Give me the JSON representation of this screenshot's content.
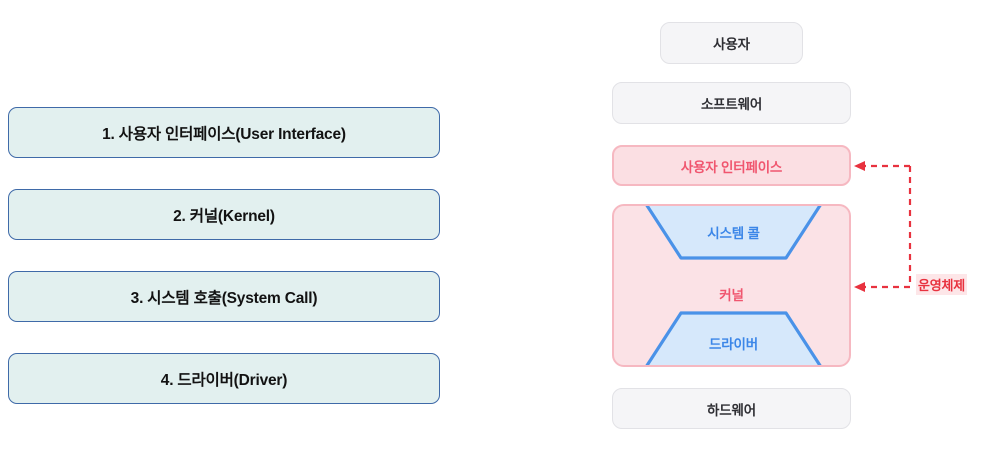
{
  "left_panel": {
    "items": [
      {
        "label": "1. 사용자 인터페이스(User Interface)"
      },
      {
        "label": "2. 커널(Kernel)"
      },
      {
        "label": "3. 시스템 호출(System Call)"
      },
      {
        "label": "4. 드라이버(Driver)"
      }
    ]
  },
  "diagram": {
    "layers": {
      "user": "사용자",
      "software": "소프트웨어",
      "user_interface": "사용자 인터페이스",
      "system_call": "시스템 콜",
      "kernel": "커널",
      "driver": "드라이버",
      "hardware": "하드웨어"
    },
    "annotation": {
      "label": "운영체제",
      "style": "dashed-bracket-with-arrows",
      "points_to": [
        "사용자 인터페이스",
        "커널"
      ]
    }
  },
  "colors": {
    "list_box_fill": "#e2f0ef",
    "list_box_border": "#3f6aa8",
    "list_box_text": "#121212",
    "grey_box_fill": "#f5f5f7",
    "grey_box_border": "#e2e2e6",
    "grey_box_text": "#2e2e33",
    "pink_box_fill": "#fbdfe3",
    "pink_box_border": "#f6b8c1",
    "pink_text": "#f0566f",
    "kernel_fill": "#fbe2e6",
    "trapezoid_fill": "#d6e8fb",
    "trapezoid_border": "#4a92e8",
    "trapezoid_text": "#3b86e8",
    "annotation_red": "#e8323f",
    "annotation_highlight": "#fde6e8",
    "page_background": "#ffffff"
  }
}
